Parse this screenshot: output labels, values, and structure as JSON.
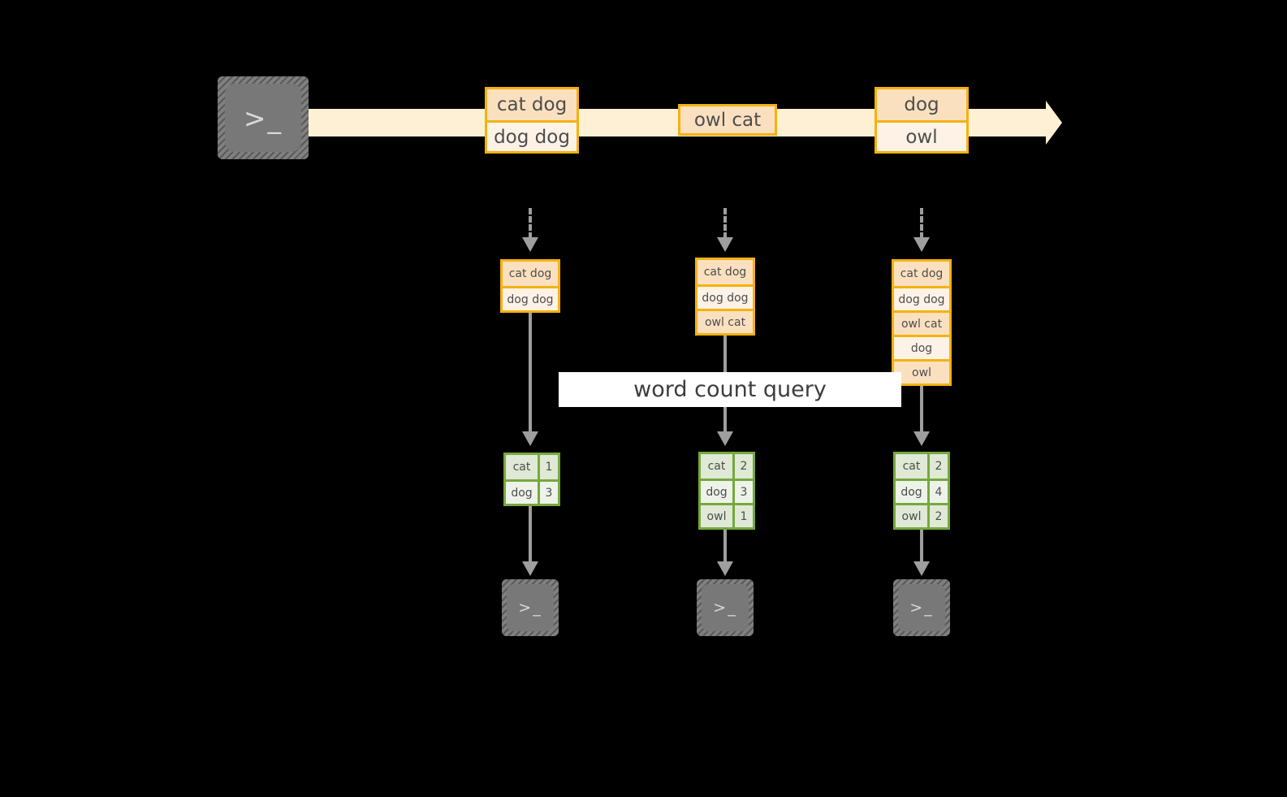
{
  "diagram": {
    "title": "word count streaming diagram",
    "colors": {
      "background": "#000000",
      "stream_band": "#fdf0d4",
      "record_border": "#f5b111",
      "record_fill_dark": "#fbe0c0",
      "record_fill_light": "#fdf2e5",
      "table_border": "#76a83f",
      "table_fill_dark": "#dfe9d5",
      "table_fill_light": "#eef3e9",
      "connector": "#9e9e9e",
      "terminal_body": "#787878",
      "label_background": "#ffffff",
      "text": "#4d4d4d"
    },
    "source_terminal": {
      "icon": "terminal-prompt-icon",
      "glyph": ">_"
    },
    "stream": {
      "records": [
        {
          "lines": [
            "cat dog",
            "dog dog"
          ]
        },
        {
          "lines": [
            "owl cat"
          ]
        },
        {
          "lines": [
            "dog",
            "owl"
          ]
        }
      ]
    },
    "query_label": "word count query",
    "columns": [
      {
        "buffer": [
          "cat dog",
          "dog dog"
        ],
        "result": {
          "rows": [
            {
              "word": "cat",
              "count": "1"
            },
            {
              "word": "dog",
              "count": "3"
            }
          ]
        },
        "sink_terminal": {
          "icon": "terminal-prompt-icon",
          "glyph": ">_"
        }
      },
      {
        "buffer": [
          "cat dog",
          "dog dog",
          "owl cat"
        ],
        "result": {
          "rows": [
            {
              "word": "cat",
              "count": "2"
            },
            {
              "word": "dog",
              "count": "3"
            },
            {
              "word": "owl",
              "count": "1"
            }
          ]
        },
        "sink_terminal": {
          "icon": "terminal-prompt-icon",
          "glyph": ">_"
        }
      },
      {
        "buffer": [
          "cat dog",
          "dog dog",
          "owl cat",
          "dog",
          "owl"
        ],
        "result": {
          "rows": [
            {
              "word": "cat",
              "count": "2"
            },
            {
              "word": "dog",
              "count": "4"
            },
            {
              "word": "owl",
              "count": "2"
            }
          ]
        },
        "sink_terminal": {
          "icon": "terminal-prompt-icon",
          "glyph": ">_"
        }
      }
    ]
  }
}
